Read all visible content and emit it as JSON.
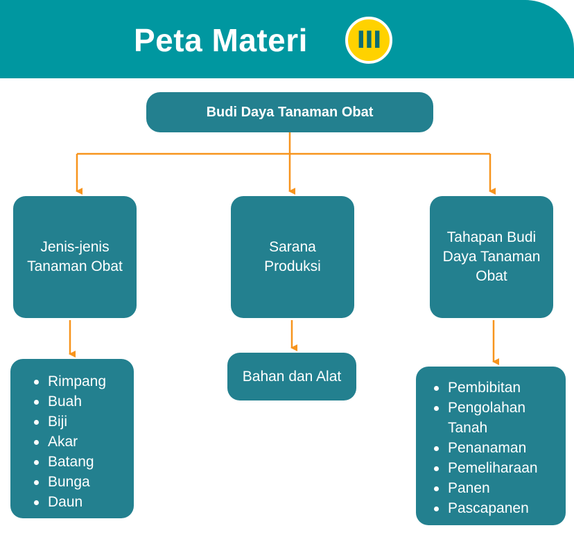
{
  "header": {
    "title": "Peta Materi",
    "badge": "III",
    "colors": {
      "background": "#0097a0",
      "badge": "#ffd200"
    }
  },
  "root": {
    "label": "Budi Daya Tanaman Obat"
  },
  "branches": [
    {
      "label": "Jenis-jenis Tanaman Obat",
      "lines": [
        "Jenis-jenis",
        "Tanaman Obat"
      ],
      "items": [
        "Rimpang",
        "Buah",
        "Biji",
        "Akar",
        "Batang",
        "Bunga",
        "Daun"
      ]
    },
    {
      "label": "Sarana Produksi",
      "lines": [
        "Sarana",
        "Produksi"
      ],
      "leaf": "Bahan dan Alat"
    },
    {
      "label": "Tahapan Budi Daya Tanaman Obat",
      "lines": [
        "Tahapan Budi",
        "Daya Tanaman",
        "Obat"
      ],
      "items": [
        "Pembibitan",
        "Pengolahan Tanah",
        "Penanaman",
        "Pemeliharaan",
        "Panen",
        "Pascapanen"
      ]
    }
  ],
  "colors": {
    "box": "#23808f",
    "arrow": "#f7941d"
  }
}
